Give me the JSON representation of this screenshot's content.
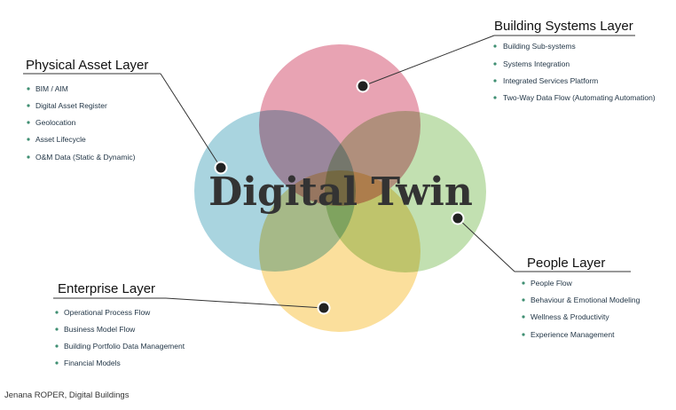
{
  "center_title": "Digital Twin",
  "credit": "Jenana ROPER, Digital Buildings",
  "colors": {
    "pink": "#e8a3b3",
    "blue": "#a9d4df",
    "green": "#c2e0b1",
    "yellow": "#fbdf9c",
    "bullet": "#3f8f72",
    "text": "#1f3344"
  },
  "layers": {
    "building_systems": {
      "title": "Building Systems Layer",
      "items": [
        "Building Sub-systems",
        "Systems Integration",
        "Integrated Services Platform",
        "Two-Way Data Flow (Automating Automation)"
      ]
    },
    "physical_asset": {
      "title": "Physical Asset Layer",
      "items": [
        "BIM / AIM",
        "Digital Asset Register",
        "Geolocation",
        "Asset Lifecycle",
        "O&M Data (Static & Dynamic)"
      ]
    },
    "people": {
      "title": "People Layer",
      "items": [
        "People Flow",
        "Behaviour & Emotional Modeling",
        "Wellness & Productivity",
        "Experience Management"
      ]
    },
    "enterprise": {
      "title": "Enterprise Layer",
      "items": [
        "Operational Process Flow",
        "Business Model Flow",
        "Building Portfolio Data Management",
        "Financial Models"
      ]
    }
  }
}
